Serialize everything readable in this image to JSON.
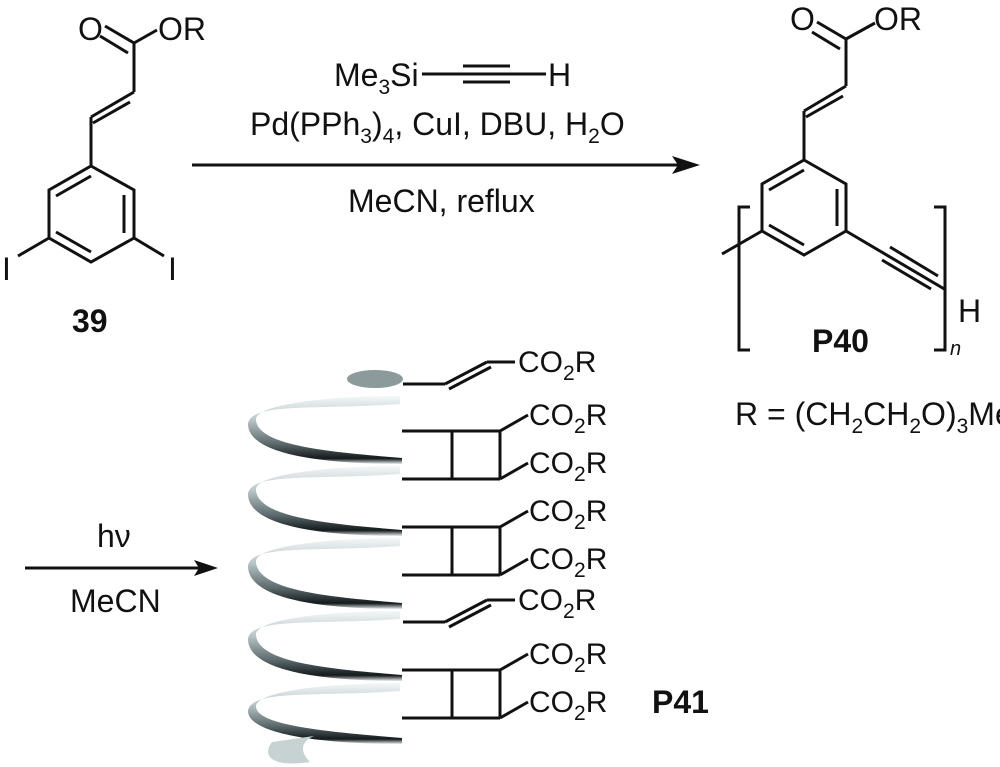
{
  "scheme": {
    "reactant": {
      "label": "39",
      "atoms": {
        "carbonyl_O": "O",
        "ester_O": "OR",
        "iodo_left": "I",
        "iodo_right": "I"
      }
    },
    "step1": {
      "reagent": {
        "prefix": "Me",
        "prefix_sub": "3",
        "prefix_tail": "Si",
        "terminal": "H"
      },
      "conditions_line": [
        {
          "t": "Pd(PPh"
        },
        {
          "s": "3"
        },
        {
          "t": ")"
        },
        {
          "s": "4"
        },
        {
          "t": ", CuI, DBU, H"
        },
        {
          "s": "2"
        },
        {
          "t": "O"
        }
      ],
      "solvent": "MeCN, reflux"
    },
    "product1": {
      "label": "P40",
      "repeat_subscript": "n",
      "atoms": {
        "carbonyl_O": "O",
        "ester_O": "OR",
        "terminal_H": "H"
      }
    },
    "r_definition": [
      {
        "t": "R = (CH"
      },
      {
        "s": "2"
      },
      {
        "t": "CH"
      },
      {
        "s": "2"
      },
      {
        "t": "O)"
      },
      {
        "s": "3"
      },
      {
        "t": "Me"
      }
    ],
    "step2": {
      "above": "hν",
      "below": "MeCN"
    },
    "product2": {
      "label": "P41",
      "group": {
        "main": "CO",
        "sub": "2",
        "tail": "R"
      },
      "side_groups": [
        "alkene",
        "cyclobutane",
        "cyclobutane",
        "alkene",
        "cyclobutane"
      ]
    }
  }
}
